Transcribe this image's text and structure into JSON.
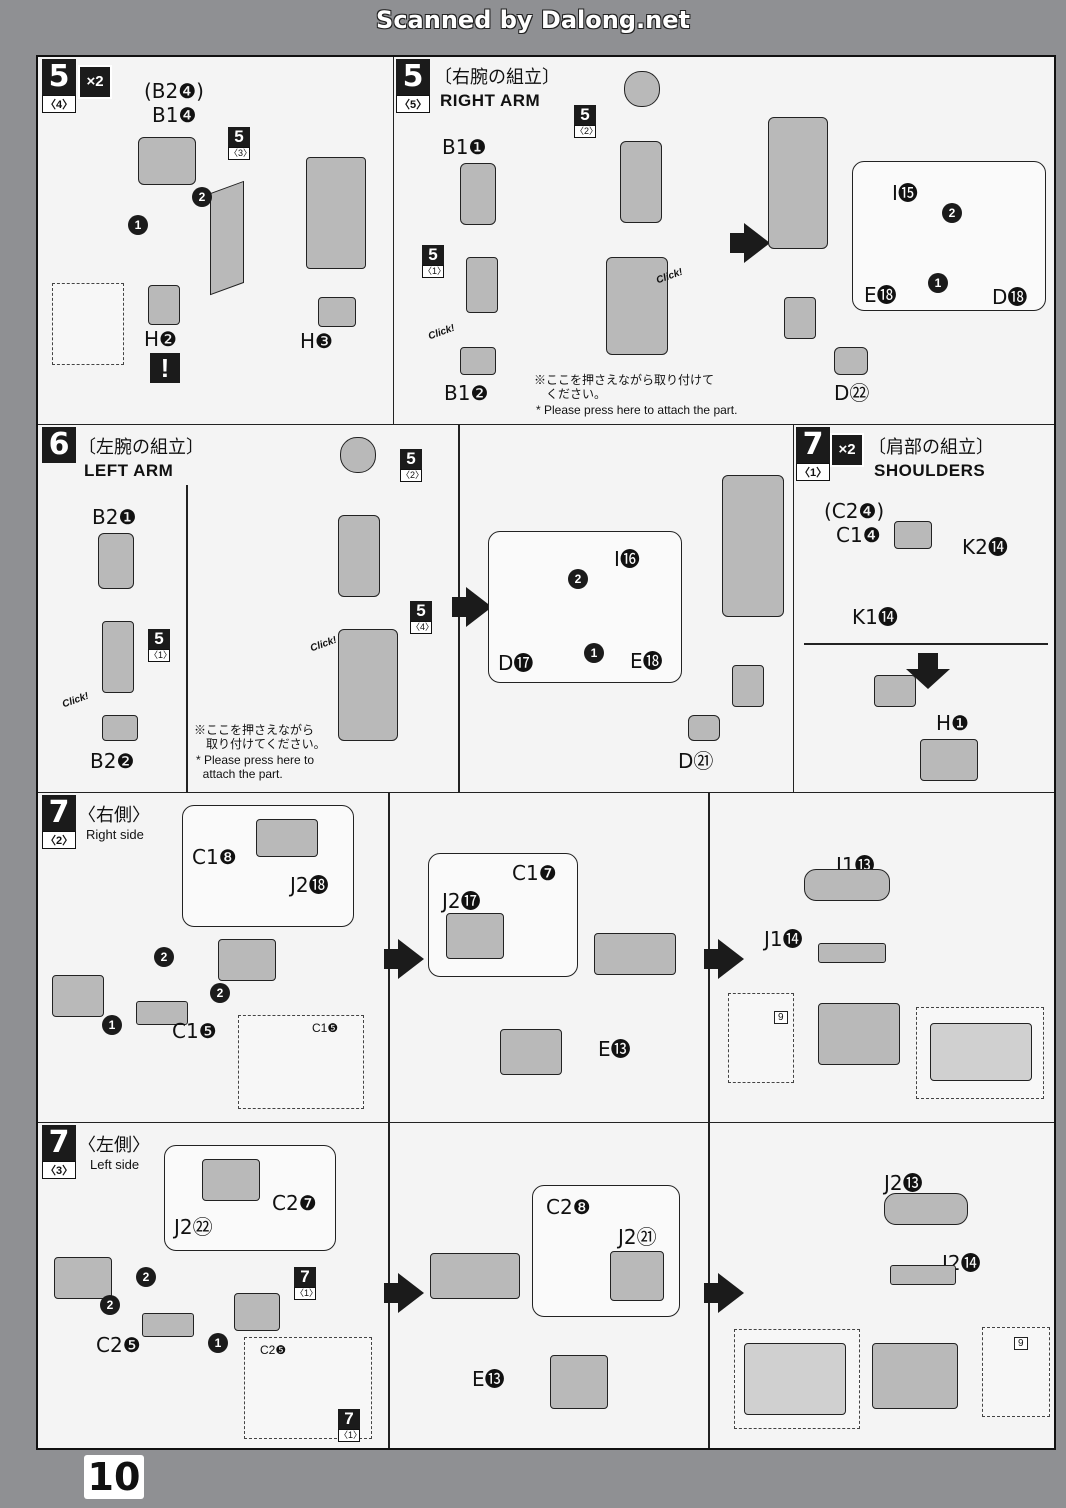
{
  "header": {
    "scan_credit": "Scanned by Dalong.net"
  },
  "page_number": "10",
  "step5_left": {
    "number": "5",
    "sub": "〈4〉",
    "multiplier": "×2",
    "labels": [
      "(B2❹)",
      "B1❹",
      "H❷",
      "H❸"
    ],
    "ref": {
      "num": "5",
      "sub": "〈3〉"
    },
    "warning": "!"
  },
  "step5_right": {
    "number": "5",
    "sub": "〈5〉",
    "title_jp": "〔右腕の組立〕",
    "title_en": "RIGHT ARM",
    "labels": [
      "B1❶",
      "B1❷",
      "I⓯",
      "E⓲",
      "D⓲",
      "D㉒"
    ],
    "ref_top": {
      "num": "5",
      "sub": "〈2〉"
    },
    "ref_mid": {
      "num": "5",
      "sub": "〈1〉"
    },
    "note_jp": "※ここを押さえながら取り付けて\n　ください。",
    "note_en": "* Please press here to attach the part.",
    "click": "Click!"
  },
  "step6": {
    "number": "6",
    "title_jp": "〔左腕の組立〕",
    "title_en": "LEFT ARM",
    "labels": [
      "B2❶",
      "B2❷",
      "I⓰",
      "D⓱",
      "E⓲",
      "D㉑"
    ],
    "ref_top": {
      "num": "5",
      "sub": "〈2〉"
    },
    "ref_mid": {
      "num": "5",
      "sub": "〈1〉"
    },
    "ref_right": {
      "num": "5",
      "sub": "〈4〉"
    },
    "note_jp": "※ここを押さえながら\n　取り付けてください。",
    "note_en": "* Please press here to\n  attach the part.",
    "click": "Click!"
  },
  "step7_shoulders": {
    "number": "7",
    "sub": "〈1〉",
    "multiplier": "×2",
    "title_jp": "〔肩部の組立〕",
    "title_en": "SHOULDERS",
    "labels": [
      "(C2❹)",
      "C1❹",
      "K2⓮",
      "K1⓮",
      "H❶"
    ]
  },
  "step7_right": {
    "number": "7",
    "sub": "〈2〉",
    "title_jp": "〈右側〉",
    "title_en": "Right side",
    "labels": [
      "C1❽",
      "J2⓲",
      "C1❺",
      "C1❺",
      "J2⓱",
      "C1❼",
      "E⓭",
      "J1⓭",
      "J1⓮"
    ],
    "tag": "9"
  },
  "step7_left": {
    "number": "7",
    "sub": "〈3〉",
    "title_jp": "〈左側〉",
    "title_en": "Left side",
    "labels": [
      "J2㉒",
      "C2❼",
      "C2❺",
      "C2❺",
      "C2❽",
      "J2㉑",
      "E⓭",
      "J2⓭",
      "J2⓮"
    ],
    "ref": {
      "num": "7",
      "sub": "〈1〉"
    },
    "ref2": {
      "num": "7",
      "sub": "〈1〉"
    },
    "tag": "9"
  },
  "seq": {
    "one": "1",
    "two": "2"
  }
}
